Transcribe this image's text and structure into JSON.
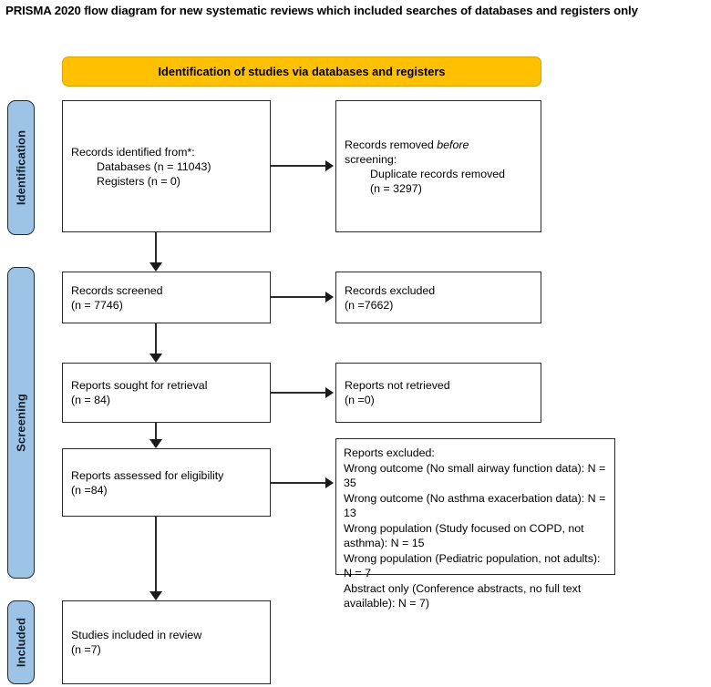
{
  "page": {
    "title": "PRISMA 2020 flow diagram for new systematic reviews which included searches of databases and registers only"
  },
  "colors": {
    "stage_tab_fill": "#9dc3e6",
    "banner_fill": "#ffc000",
    "box_border": "#2b2b2b",
    "text": "#000000"
  },
  "stages": [
    {
      "id": "identification",
      "label": "Identification"
    },
    {
      "id": "screening",
      "label": "Screening"
    },
    {
      "id": "included",
      "label": "Included"
    }
  ],
  "banner": {
    "identification": "Identification of studies via databases and registers"
  },
  "boxes": {
    "identified": {
      "line1": "Records identified from*:",
      "line2": "Databases (n = 11043)",
      "line3": "Registers (n = 0)"
    },
    "removed": {
      "line1_a": "Records removed ",
      "line1_em": "before",
      "line2": "screening:",
      "line3": "Duplicate records removed",
      "line4": "(n = 3297)"
    },
    "screened": {
      "line1": "Records screened",
      "line2": "(n = 7746)"
    },
    "excluded": {
      "line1": "Records excluded",
      "line2": "(n =7662)"
    },
    "sought": {
      "line1": "Reports sought for retrieval",
      "line2": "(n = 84)"
    },
    "not_retrieved": {
      "line1": "Reports not retrieved",
      "line2": "(n =0)"
    },
    "assessed": {
      "line1": "Reports assessed for eligibility",
      "line2": "(n =84)"
    },
    "reports_excluded": {
      "heading": "Reports excluded:",
      "reasons": [
        "Wrong outcome (No small airway function data): N = 35",
        "Wrong outcome (No asthma exacerbation data): N = 13",
        "Wrong population (Study focused on COPD, not asthma): N = 15",
        "Wrong population (Pediatric population, not adults): N = 7",
        "Abstract only (Conference abstracts, no full text available): N = 7)"
      ]
    },
    "included": {
      "line1": "Studies included in review",
      "line2": "(n =7)"
    }
  }
}
